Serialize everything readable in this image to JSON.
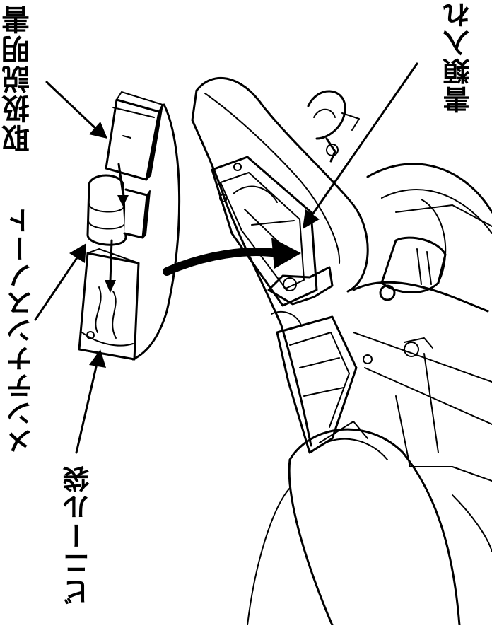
{
  "labels": {
    "manual": "取扱説明書",
    "maintenance_note": "メンテナンスノート",
    "vinyl_bag": "ビニール袋",
    "document_holder": "書類入れ"
  },
  "colors": {
    "ink": "#000000",
    "background": "#ffffff"
  }
}
